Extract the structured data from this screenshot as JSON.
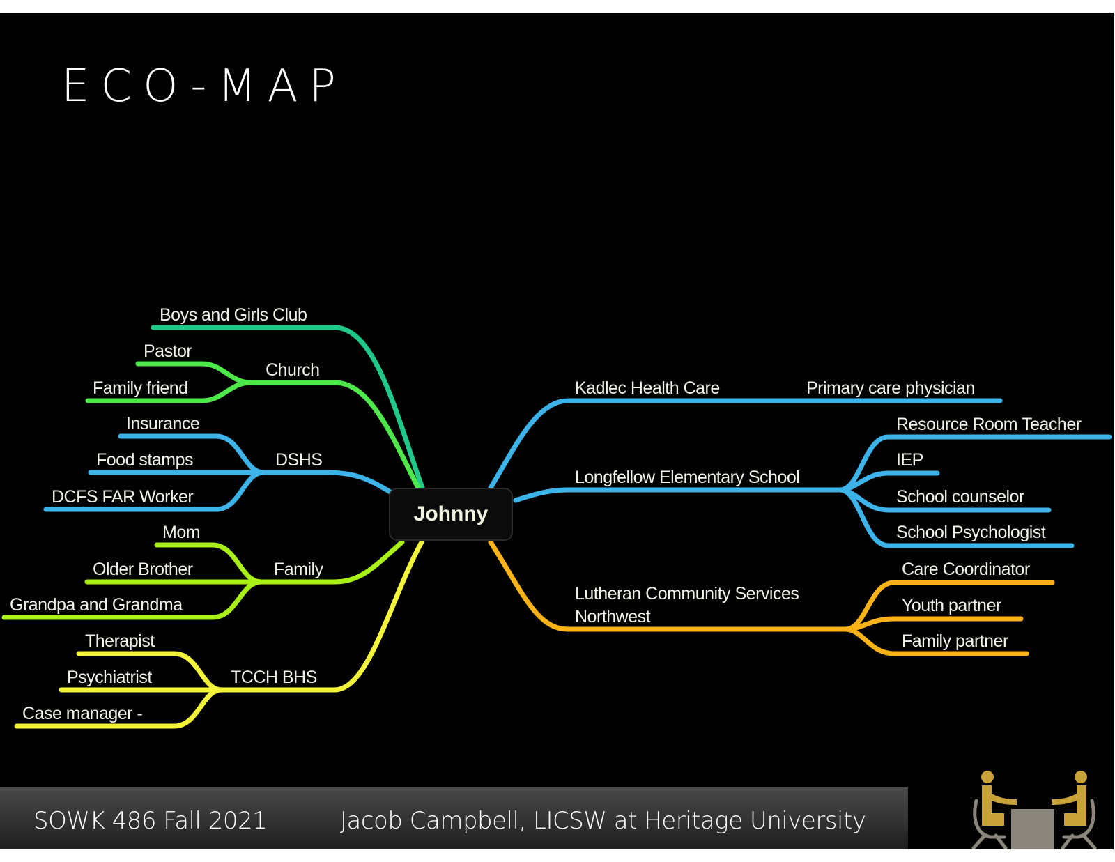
{
  "slide": {
    "title": "ECO-MAP",
    "center_node": "Johnny",
    "colors": {
      "background": "#000000",
      "boys_and_girls_club": "#1ec98a",
      "church": "#4de84a",
      "blue": "#3cb4ea",
      "family": "#a8f016",
      "tcch_bhs": "#f4f53a",
      "lutheran": "#fbb216"
    },
    "left_branches": [
      {
        "label": "Boys and Girls Club",
        "children": []
      },
      {
        "label": "Church",
        "children": [
          "Pastor",
          "Family friend"
        ]
      },
      {
        "label": "DSHS",
        "children": [
          "Insurance",
          "Food stamps",
          "DCFS FAR Worker"
        ]
      },
      {
        "label": "Family",
        "children": [
          "Mom",
          "Older Brother",
          "Grandpa and Grandma"
        ]
      },
      {
        "label": "TCCH BHS",
        "children": [
          "Therapist",
          "Psychiatrist",
          "Case manager -"
        ]
      }
    ],
    "right_branches": [
      {
        "label": "Kadlec Health Care",
        "children": [
          "Primary care physician"
        ]
      },
      {
        "label": "Longfellow Elementary School",
        "children": [
          "Resource Room Teacher",
          "IEP",
          "School counselor",
          "School Psychologist"
        ]
      },
      {
        "label_line1": "Lutheran Community Services",
        "label_line2": "Northwest",
        "children": [
          "Care Coordinator",
          "Youth partner",
          "Family partner"
        ]
      }
    ]
  },
  "footer": {
    "course": "SOWK 486 Fall 2021",
    "author": "Jacob Campbell, LICSW at Heritage University",
    "logo_icon": "two-people-at-table-icon"
  }
}
